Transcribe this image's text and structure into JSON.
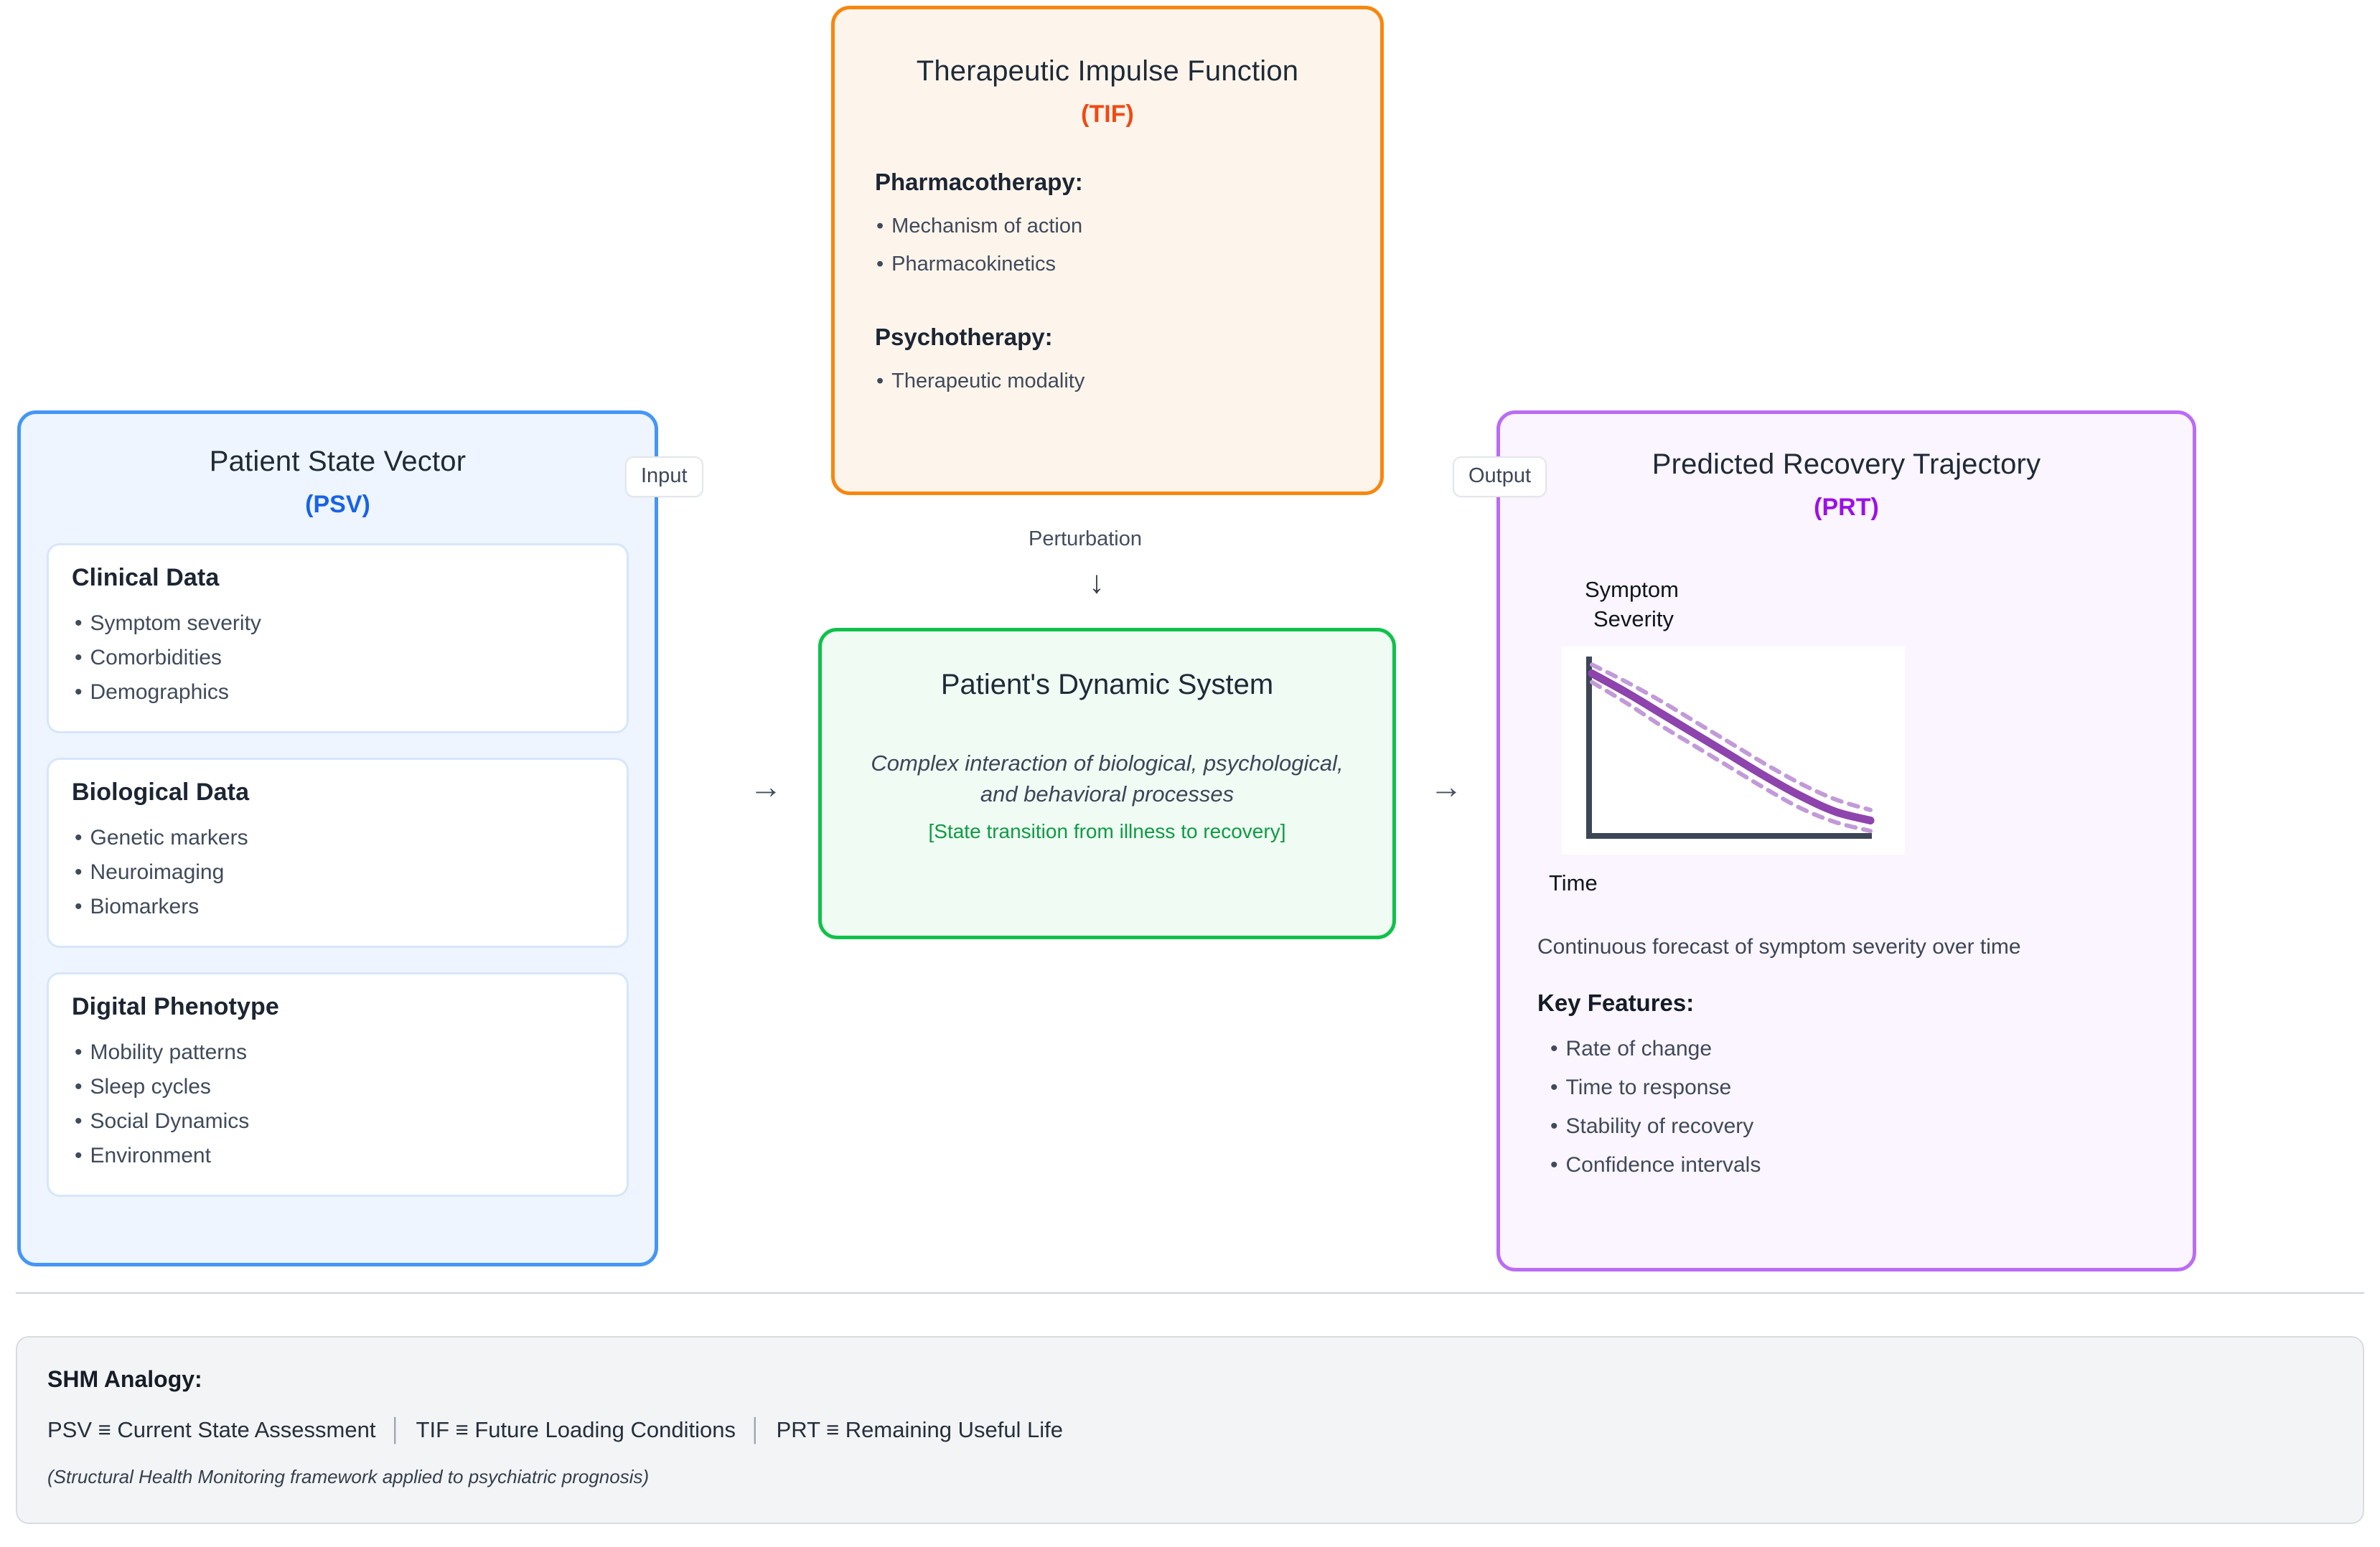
{
  "psv": {
    "title": "Patient State Vector",
    "abbr": "(PSV)",
    "accent": "#1763e8",
    "cards": [
      {
        "heading": "Clinical Data",
        "items": [
          "Symptom severity",
          "Comorbidities",
          "Demographics"
        ]
      },
      {
        "heading": "Biological Data",
        "items": [
          "Genetic markers",
          "Neuroimaging",
          "Biomarkers"
        ]
      },
      {
        "heading": "Digital Phenotype",
        "items": [
          "Mobility patterns",
          "Sleep cycles",
          "Social Dynamics",
          "Environment"
        ]
      }
    ]
  },
  "tif": {
    "title": "Therapeutic Impulse Function",
    "abbr": "(TIF)",
    "accent": "#f04a13",
    "groups": [
      {
        "heading": "Pharmacotherapy:",
        "items": [
          "Mechanism of action",
          "Pharmacokinetics"
        ]
      },
      {
        "heading": "Psychotherapy:",
        "items": [
          "Therapeutic modality"
        ]
      }
    ]
  },
  "pds": {
    "title": "Patient's Dynamic System",
    "description": "Complex interaction of biological, psychological, and behavioral processes",
    "state_note": "[State transition from illness to recovery]",
    "accent": "#0d9c42"
  },
  "prt": {
    "title": "Predicted Recovery Trajectory",
    "abbr": "(PRT)",
    "accent": "#9c10e8",
    "y_axis_line1": "Symptom",
    "y_axis_line2": "Severity",
    "x_axis": "Time",
    "caption": "Continuous forecast of symptom severity over time",
    "key_features_title": "Key Features:",
    "key_features": [
      "Rate of change",
      "Time to response",
      "Stability of recovery",
      "Confidence intervals"
    ]
  },
  "connectors": {
    "input_badge": "Input",
    "output_badge": "Output",
    "perturbation_label": "Perturbation",
    "arrow_right_glyph": "→",
    "arrow_down_glyph": "↓"
  },
  "shm": {
    "title": "SHM Analogy:",
    "mappings": [
      "PSV ≡ Current State Assessment",
      "TIF ≡ Future Loading Conditions",
      "PRT ≡ Remaining Useful Life"
    ],
    "separator": "│",
    "note": "(Structural Health Monitoring framework applied to psychiatric prognosis)"
  },
  "chart_data": {
    "type": "line",
    "title": "",
    "xlabel": "Time",
    "ylabel": "Symptom Severity",
    "grid": false,
    "legend": "none",
    "xlim": [
      0,
      100
    ],
    "ylim": [
      0,
      100
    ],
    "series": [
      {
        "name": "Predicted recovery trajectory",
        "style": "solid",
        "color": "#8e44ad",
        "x": [
          0,
          12.5,
          25,
          37.5,
          50,
          62.5,
          75,
          87.5,
          100
        ],
        "y": [
          92,
          81,
          69,
          57,
          45,
          33,
          22,
          13,
          8
        ]
      },
      {
        "name": "Upper confidence interval",
        "style": "dashed",
        "color": "#c29ad8",
        "x": [
          0,
          12.5,
          25,
          37.5,
          50,
          62.5,
          75,
          87.5,
          100
        ],
        "y": [
          97,
          87,
          76,
          64,
          52,
          40,
          29,
          20,
          14
        ]
      },
      {
        "name": "Lower confidence interval",
        "style": "dashed",
        "color": "#c29ad8",
        "x": [
          0,
          12.5,
          25,
          37.5,
          50,
          62.5,
          75,
          87.5,
          100
        ],
        "y": [
          87,
          75,
          62,
          50,
          38,
          26,
          15,
          7,
          2
        ]
      }
    ]
  }
}
